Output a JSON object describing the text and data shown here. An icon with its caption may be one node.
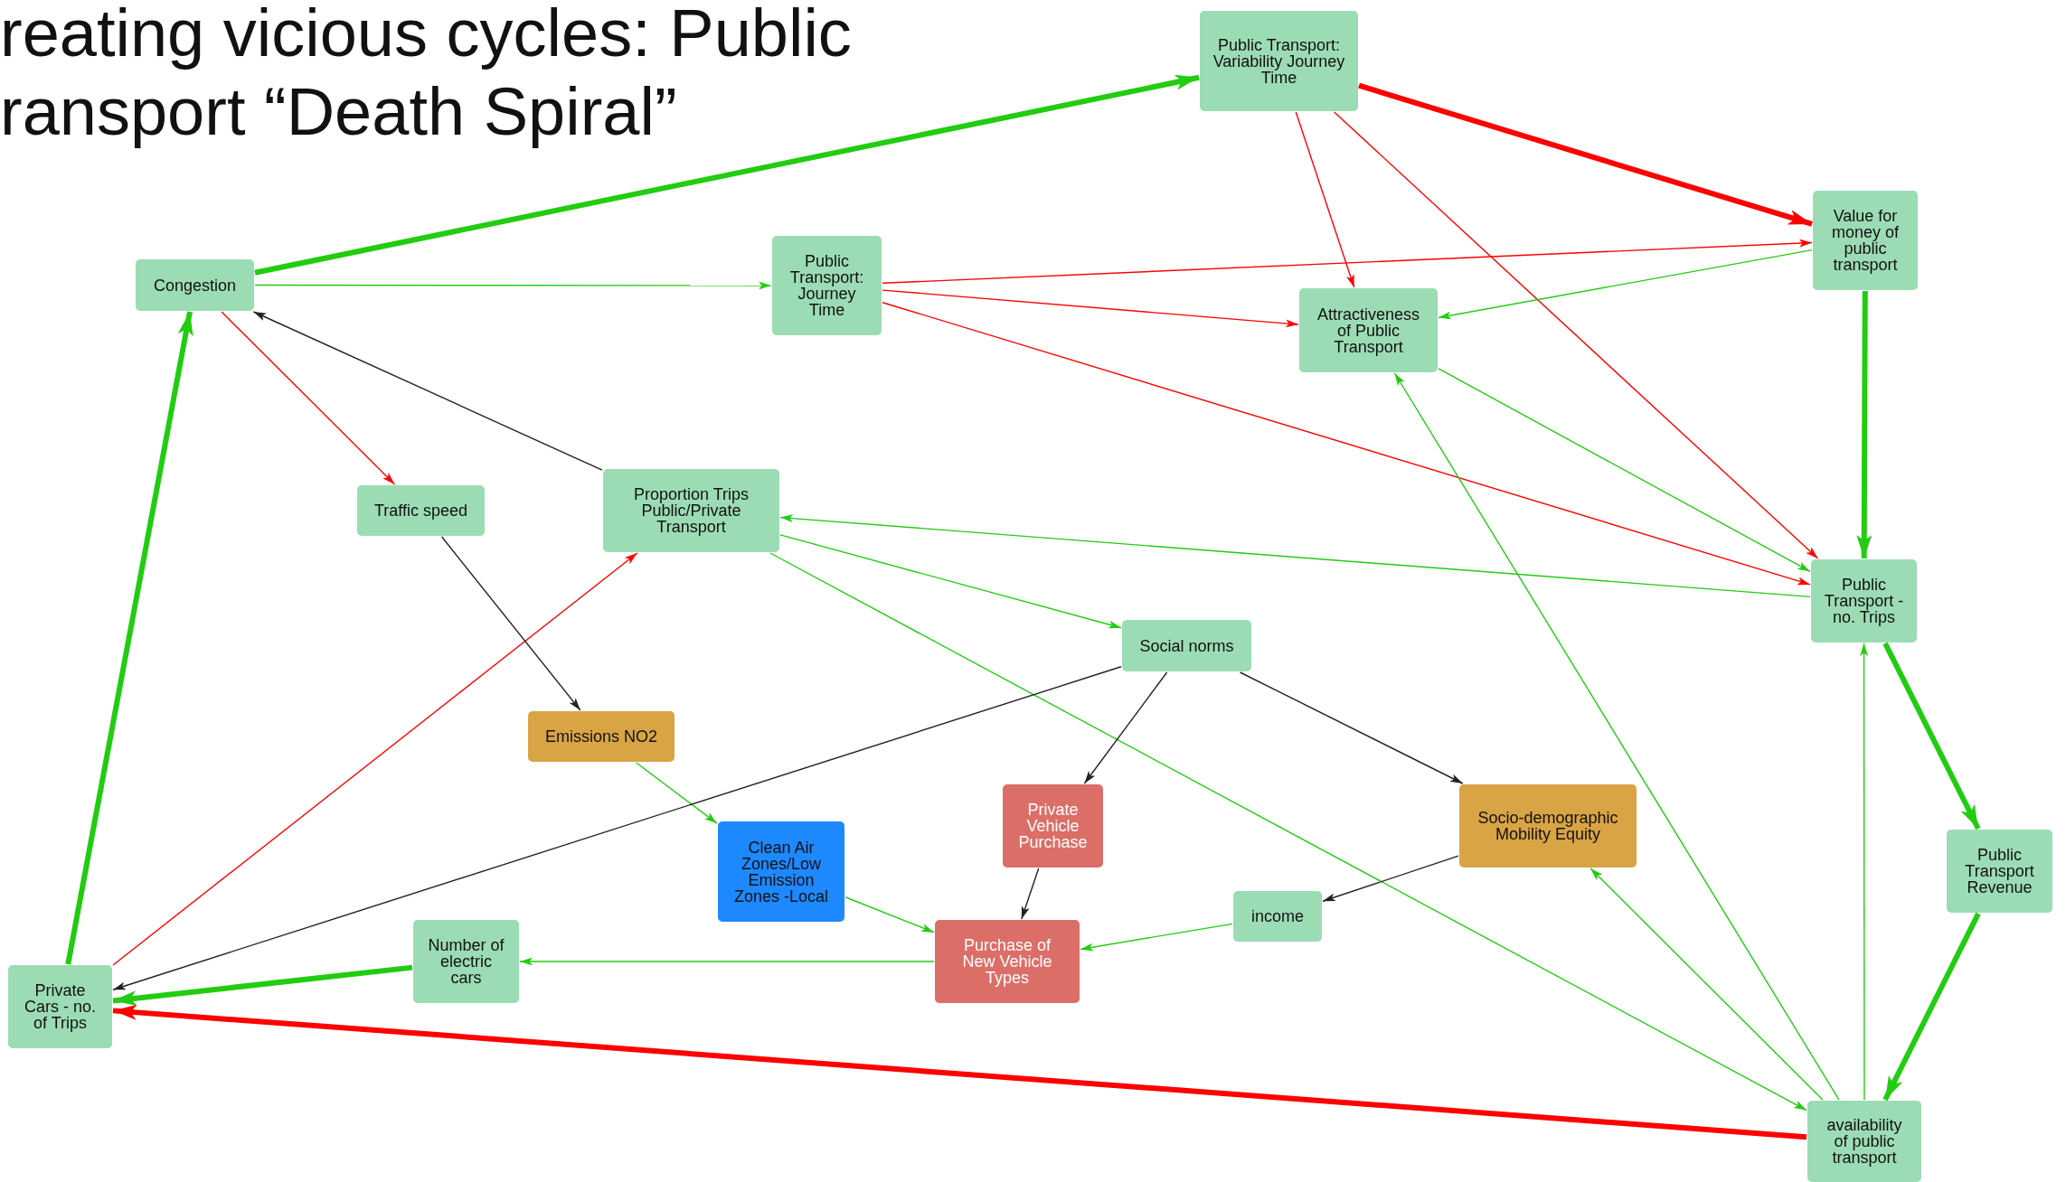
{
  "diagram": {
    "title": "reating vicious cycles: Public ransport “Death Spiral”",
    "nodes": [
      {
        "text": [
          "Public Transport: Variability Journey Time"
        ]
      },
      {
        "text": [
          "Congestion"
        ]
      },
      {
        "text": [
          "Public Transport: Journey Time"
        ]
      },
      {
        "text": [
          "Value for money of public transport"
        ]
      },
      {
        "text": [
          "Attractiveness of Public Transport"
        ]
      },
      {
        "text": [
          "Traffic speed"
        ]
      },
      {
        "text": [
          "Proportion Trips Public/Private Transport"
        ]
      },
      {
        "text": [
          "Public Transport - no. Trips"
        ]
      },
      {
        "text": [
          "Social norms"
        ]
      },
      {
        "text": [
          "Emissions NO2"
        ]
      },
      {
        "text": [
          "Clean Air Zones/Low Emission Zones -Local"
        ]
      },
      {
        "text": [
          "Private Vehicle Purchase"
        ]
      },
      {
        "text": [
          "Socio-demographic Mobility Equity"
        ]
      },
      {
        "text": [
          "Public Transport Revenue"
        ]
      },
      {
        "text": [
          "income"
        ]
      },
      {
        "text": [
          "Number of electric cars"
        ]
      },
      {
        "text": [
          "Purchase of New Vehicle Types"
        ]
      },
      {
        "text": [
          "Private Cars - no. of Trips"
        ]
      },
      {
        "text": [
          "availability of public transport"
        ]
      }
    ],
    "edges": [
      {
        "from": 1,
        "to": 0,
        "arrow": "to",
        "style": "thick"
      },
      {
        "from": 1,
        "to": 2,
        "arrow": "to"
      },
      {
        "from": 1,
        "to": 5,
        "arrow": "to",
        "color": "#ff0000"
      },
      {
        "from": 6,
        "to": 1,
        "arrow": "to",
        "color": "#222222"
      },
      {
        "from": 17,
        "to": 1,
        "arrow": "to",
        "style": "thick"
      },
      {
        "from": 0,
        "to": 3,
        "arrow": "to",
        "style": "thick",
        "color": "#ff0000"
      },
      {
        "from": 0,
        "to": 4,
        "arrow": "to",
        "color": "#ff0000"
      },
      {
        "from": 0,
        "to": 7,
        "arrow": "to",
        "color": "#ff0000"
      },
      {
        "from": 2,
        "to": 3,
        "arrow": "to",
        "color": "#ff0000"
      },
      {
        "from": 2,
        "to": 4,
        "arrow": "to",
        "color": "#ff0000"
      },
      {
        "from": 2,
        "to": 7,
        "arrow": "to",
        "color": "#ff0000"
      },
      {
        "from": 3,
        "to": 4,
        "arrow": "to"
      },
      {
        "from": 3,
        "to": 7,
        "arrow": "to",
        "style": "thick"
      },
      {
        "from": 4,
        "to": 7,
        "arrow": "to"
      },
      {
        "from": 18,
        "to": 4,
        "arrow": "to"
      },
      {
        "from": 7,
        "to": 6,
        "arrow": "to"
      },
      {
        "from": 6,
        "to": 8,
        "arrow": "to"
      },
      {
        "from": 6,
        "to": 18,
        "arrow": "to"
      },
      {
        "from": 17,
        "to": 6,
        "arrow": "to",
        "color": "#ff0000"
      },
      {
        "from": 5,
        "to": 9,
        "arrow": "to",
        "color": "#222222"
      },
      {
        "from": 9,
        "to": 10,
        "arrow": "to"
      },
      {
        "from": 8,
        "to": 17,
        "arrow": "to",
        "color": "#222222"
      },
      {
        "from": 8,
        "to": 11,
        "arrow": "to",
        "color": "#222222"
      },
      {
        "from": 8,
        "to": 12,
        "arrow": "to",
        "color": "#222222"
      },
      {
        "from": 11,
        "to": 16,
        "arrow": "to",
        "color": "#222222"
      },
      {
        "from": 10,
        "to": 16,
        "arrow": "to"
      },
      {
        "from": 14,
        "to": 16,
        "arrow": "to"
      },
      {
        "from": 12,
        "to": 14,
        "arrow": "to",
        "color": "#222222"
      },
      {
        "from": 16,
        "to": 15,
        "arrow": "to"
      },
      {
        "from": 15,
        "to": 17,
        "arrow": "to",
        "style": "thick"
      },
      {
        "from": 18,
        "to": 17,
        "arrow": "to",
        "style": "thick",
        "color": "#ff0000"
      },
      {
        "from": 18,
        "to": 12,
        "arrow": "to"
      },
      {
        "from": 18,
        "to": 7,
        "arrow": "to"
      },
      {
        "from": 7,
        "to": 13,
        "arrow": "to",
        "style": "thick"
      },
      {
        "from": 13,
        "to": 18,
        "arrow": "to",
        "style": "thick"
      }
    ]
  }
}
